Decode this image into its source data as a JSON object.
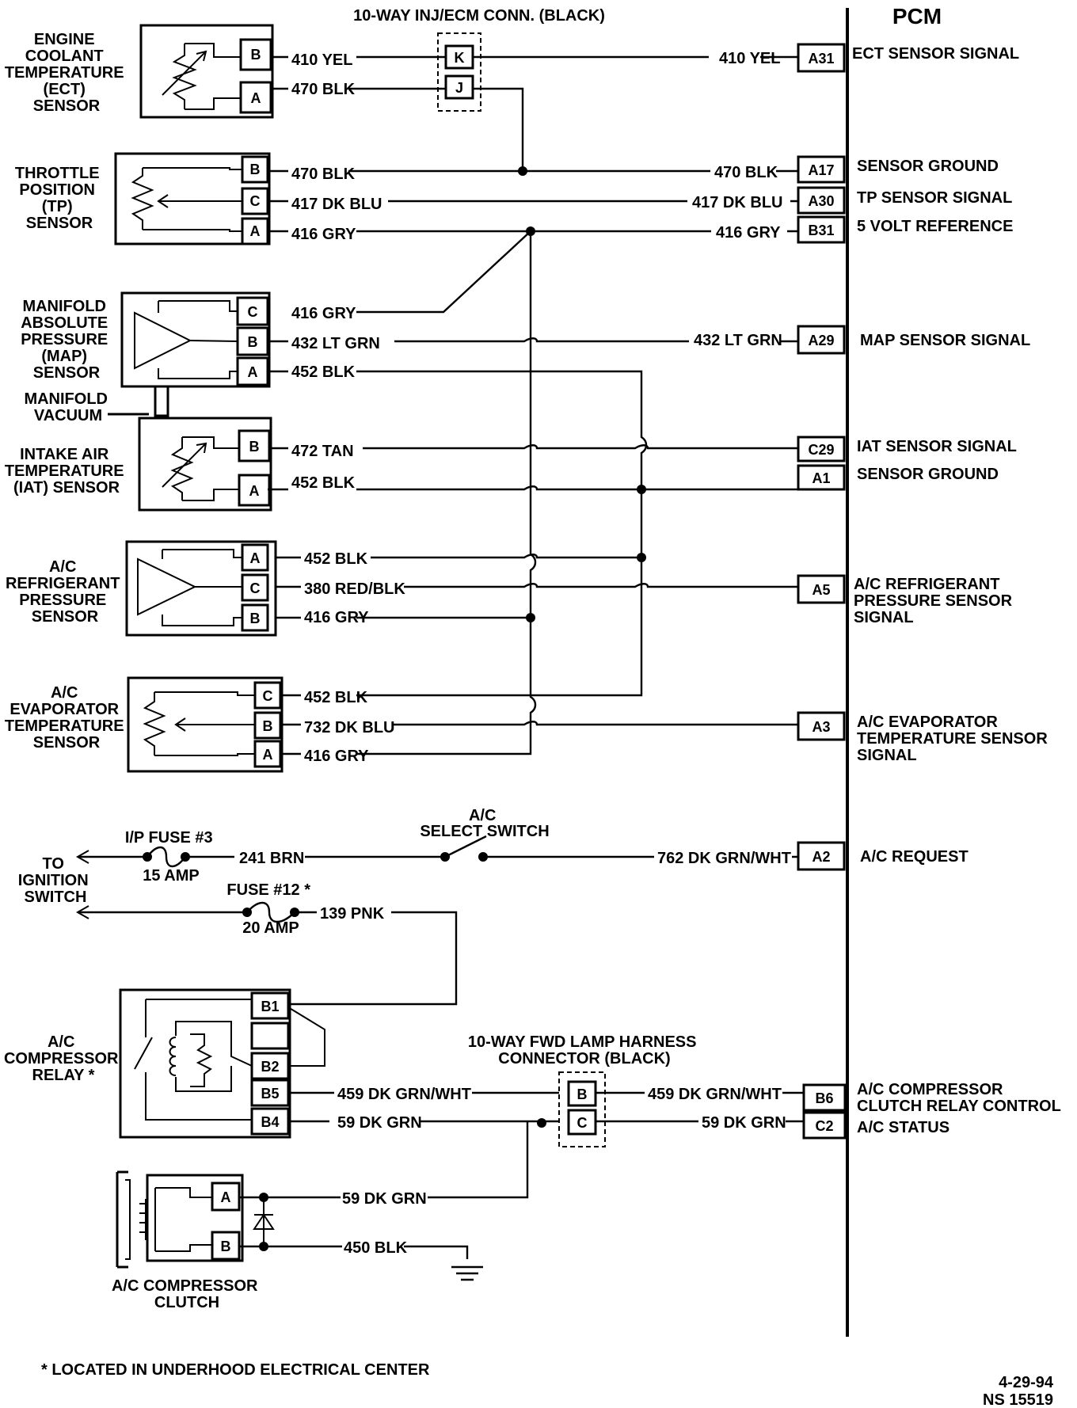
{
  "header": {
    "pcm_title": "PCM",
    "inj_conn_title": "10-WAY INJ/ECM CONN. (BLACK)"
  },
  "components": {
    "ect": [
      "ENGINE",
      "COOLANT",
      "TEMPERATURE",
      "(ECT)",
      "SENSOR"
    ],
    "tp": [
      "THROTTLE",
      "POSITION",
      "(TP)",
      "SENSOR"
    ],
    "map": [
      "MANIFOLD",
      "ABSOLUTE",
      "PRESSURE",
      "(MAP)",
      "SENSOR"
    ],
    "vacuum": [
      "MANIFOLD",
      "VACUUM"
    ],
    "iat": [
      "INTAKE AIR",
      "TEMPERATURE",
      "(IAT) SENSOR"
    ],
    "acrp": [
      "A/C",
      "REFRIGERANT",
      "PRESSURE",
      "SENSOR"
    ],
    "acevap": [
      "A/C",
      "EVAPORATOR",
      "TEMPERATURE",
      "SENSOR"
    ],
    "relay": [
      "A/C",
      "COMPRESSOR",
      "RELAY *"
    ],
    "clutch": [
      "A/C COMPRESSOR",
      "CLUTCH"
    ],
    "ignition": [
      "TO",
      "IGNITION",
      "SWITCH"
    ],
    "select_switch": [
      "A/C",
      "SELECT SWITCH"
    ],
    "fwd_conn": [
      "10-WAY FWD LAMP HARNESS",
      "CONNECTOR (BLACK)"
    ],
    "fuse3": [
      "I/P FUSE #3",
      "15 AMP"
    ],
    "fuse12": [
      "FUSE #12 *",
      "20 AMP"
    ]
  },
  "pins": {
    "ect": [
      "B",
      "A"
    ],
    "tp": [
      "B",
      "C",
      "A"
    ],
    "map": [
      "C",
      "B",
      "A"
    ],
    "iat": [
      "B",
      "A"
    ],
    "acrp": [
      "A",
      "C",
      "B"
    ],
    "acevap": [
      "C",
      "B",
      "A"
    ],
    "relay": [
      "B1",
      "B2",
      "B5",
      "B4"
    ],
    "clutch": [
      "A",
      "B"
    ],
    "inj": [
      "K",
      "J"
    ],
    "fwd": [
      "B",
      "C"
    ]
  },
  "wires": {
    "ect_b": "410 YEL",
    "ect_a": "470 BLK",
    "tp_b": "470 BLK",
    "tp_c": "417 DK BLU",
    "tp_a": "416 GRY",
    "map_c": "416 GRY",
    "map_b": "432 LT GRN",
    "map_a": "452 BLK",
    "iat_b": "472 TAN",
    "iat_a": "452 BLK",
    "acrp_a": "452 BLK",
    "acrp_c": "380 RED/BLK",
    "acrp_b": "416 GRY",
    "acevap_c": "452 BLK",
    "acevap_b": "732 DK BLU",
    "acevap_a": "416 GRY",
    "fuse3_wire": "241 BRN",
    "fuse12_wire": "139 PNK",
    "acreq_wire": "762 DK GRN/WHT",
    "relay_b5": "459 DK GRN/WHT",
    "relay_b4": "59 DK GRN",
    "clutch_a": "59 DK GRN",
    "clutch_b": "450 BLK",
    "pcm_a31": "410 YEL",
    "pcm_a17": "470 BLK",
    "pcm_a30": "417 DK BLU",
    "pcm_b31": "416 GRY",
    "pcm_a29": "432 LT GRN",
    "pcm_b6": "459 DK GRN/WHT",
    "pcm_c2": "59 DK GRN"
  },
  "pcm_pins": [
    "A31",
    "A17",
    "A30",
    "B31",
    "A29",
    "C29",
    "A1",
    "A5",
    "A3",
    "A2",
    "B6",
    "C2"
  ],
  "pcm_signals": {
    "a31": [
      "ECT SENSOR SIGNAL"
    ],
    "a17": [
      "SENSOR GROUND"
    ],
    "a30": [
      "TP SENSOR SIGNAL"
    ],
    "b31": [
      "5 VOLT REFERENCE"
    ],
    "a29": [
      "MAP SENSOR SIGNAL"
    ],
    "c29": [
      "IAT SENSOR SIGNAL"
    ],
    "a1": [
      "SENSOR GROUND"
    ],
    "a5": [
      "A/C REFRIGERANT",
      "PRESSURE SENSOR",
      "SIGNAL"
    ],
    "a3": [
      "A/C EVAPORATOR",
      "TEMPERATURE SENSOR",
      "SIGNAL"
    ],
    "a2": [
      "A/C REQUEST"
    ],
    "b6": [
      "A/C COMPRESSOR",
      "CLUTCH RELAY CONTROL"
    ],
    "c2": [
      "A/C STATUS"
    ]
  },
  "footer": {
    "note": "* LOCATED IN UNDERHOOD ELECTRICAL CENTER",
    "date": "4-29-94",
    "ref": "NS 15519"
  }
}
